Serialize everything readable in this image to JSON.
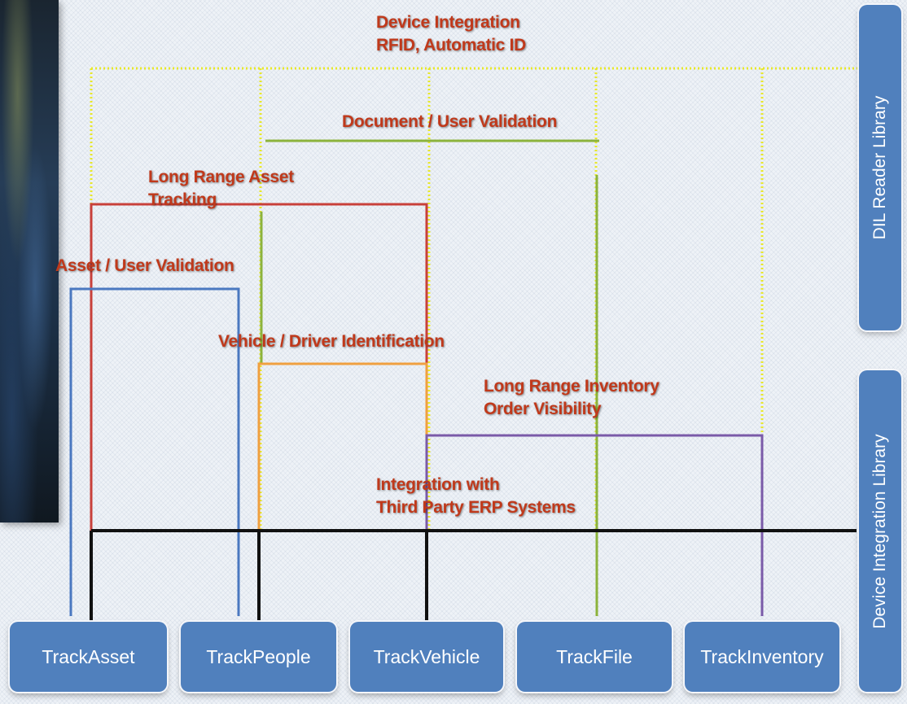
{
  "diagram": {
    "labels": {
      "device_integration_line1": "Device Integration",
      "device_integration_line2": "RFID, Automatic ID",
      "document_user_validation": "Document / User Validation",
      "long_range_asset_line1": "Long Range Asset",
      "long_range_asset_line2": "Tracking",
      "asset_user_validation": "Asset / User Validation",
      "vehicle_driver_identification": "Vehicle / Driver Identification",
      "long_range_inventory_line1": "Long Range Inventory",
      "long_range_inventory_line2": "Order Visibility",
      "third_party_line1": "Integration with",
      "third_party_line2": "Third Party ERP Systems"
    },
    "modules": [
      "TrackAsset",
      "TrackPeople",
      "TrackVehicle",
      "TrackFile",
      "TrackInventory"
    ],
    "side_libraries": {
      "dil_reader": "DIL Reader Library",
      "device_integration": "Device Integration Library"
    },
    "colors": {
      "label_text": "#c0391b",
      "module_fill": "#5080bd",
      "device_integration_line": "#e8e82a",
      "document_validation_line": "#8cb33c",
      "asset_tracking_line": "#c8403a",
      "asset_user_line": "#4a78c0",
      "vehicle_driver_line": "#f0a040",
      "inventory_line": "#7a5aa8",
      "erp_line": "#111111"
    }
  }
}
